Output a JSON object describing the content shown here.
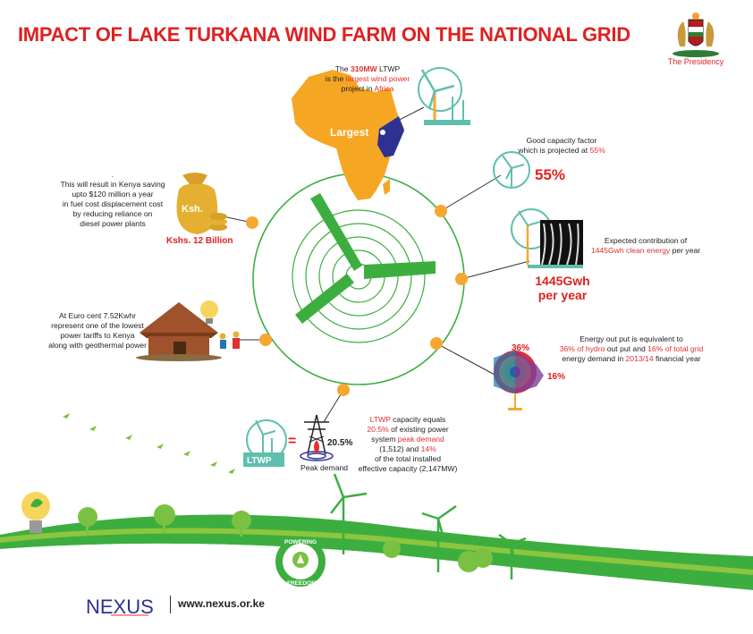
{
  "header": {
    "title": "IMPACT OF LAKE TURKANA WIND FARM ON THE NATIONAL GRID",
    "presidency_label": "The Presidency"
  },
  "africa": {
    "label": "Largest",
    "line1_pre": "The ",
    "line1_highlight": "310MW",
    "line1_post": " LTWP",
    "line2_pre": "is the ",
    "line2_highlight": "largest wind power",
    "line3_pre": "project in ",
    "line3_highlight": "Africa"
  },
  "capacity": {
    "line1": "Good capacity factor",
    "line2_pre": "which is projected at ",
    "line2_highlight": "55%",
    "value": "55%"
  },
  "energy": {
    "line1": "Expected contribution of",
    "line2_highlight": "1445Gwh clean energy",
    "line2_post": " per year",
    "value_line1": "1445Gwh",
    "value_line2": "per year"
  },
  "hydro": {
    "line1": "Energy out put is equivalent to",
    "line2_highlight1": "36% of hydro",
    "line2_mid": " out put and ",
    "line2_highlight2": "16% of total grid",
    "line3_pre": "energy demand in ",
    "line3_highlight": "2013/14",
    "line3_post": " financial year",
    "label_36": "36%",
    "label_16": "16%"
  },
  "savings": {
    "dot": ".",
    "line1": "This will result in Kenya saving",
    "line2": "upto $120 million a year",
    "line3": "in fuel cost displacement cost",
    "line4": "by reducing reliance on",
    "line5": "diesel power plants",
    "bag_label": "Ksh.",
    "value": "Kshs. 12 Billion"
  },
  "tariff": {
    "line1": "At Euro cent 7.52Kwhr",
    "line2": "represent one of the lowest",
    "line3": "power tariffs to Kenya",
    "line4": "along with geothermal power"
  },
  "peak": {
    "ltwp_label": "LTWP",
    "equals": "=",
    "percent": "20.5%",
    "pylon_label": "Peak demand",
    "line1_highlight": "LTWP",
    "line1_post": " capacity equals",
    "line2_highlight": "20.5%",
    "line2_post": " of existing power",
    "line3_pre": "system ",
    "line3_highlight": "peak demand",
    "line4_pre": "(1,512) and ",
    "line4_highlight": "14%",
    "line5": "of the total installed",
    "line6": "effective capacity (2,147MW)"
  },
  "footer": {
    "logo": "NEXUS",
    "website": "www.nexus.or.ke",
    "badge_top": "POWERING",
    "badge_bottom": "FREEDOM"
  },
  "colors": {
    "accent_red": "#e02020",
    "green": "#3cae3f",
    "orange": "#f6a730",
    "teal": "#5fbfae",
    "africa_orange": "#f5a623",
    "kenya_blue": "#2e3192"
  }
}
